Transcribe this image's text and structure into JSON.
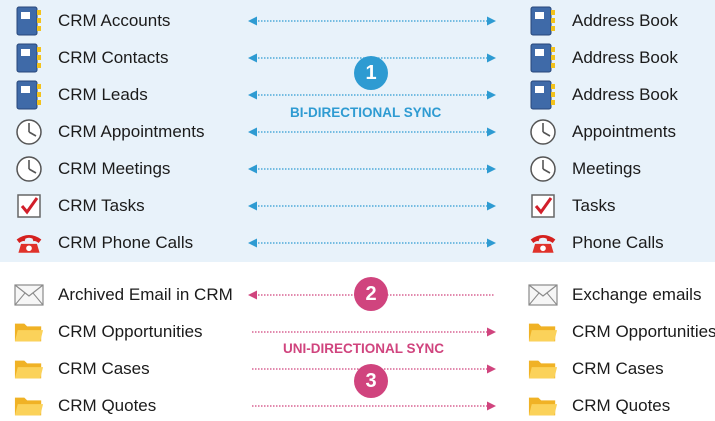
{
  "colors": {
    "top_panel": "#e8f2fa",
    "bidirectional": "#2e9bd2",
    "unidirectional": "#d0447e"
  },
  "sections": {
    "bidirectional": {
      "badge": "1",
      "label": "BI-DIRECTIONAL SYNC",
      "rows": [
        {
          "left": "CRM Accounts",
          "right": "Address Book",
          "left_icon": "address-book-icon",
          "right_icon": "address-book-icon"
        },
        {
          "left": "CRM Contacts",
          "right": "Address Book",
          "left_icon": "address-book-icon",
          "right_icon": "address-book-icon"
        },
        {
          "left": "CRM Leads",
          "right": "Address Book",
          "left_icon": "address-book-icon",
          "right_icon": "address-book-icon"
        },
        {
          "left": "CRM Appointments",
          "right": "Appointments",
          "left_icon": "clock-icon",
          "right_icon": "clock-icon"
        },
        {
          "left": "CRM Meetings",
          "right": "Meetings",
          "left_icon": "clock-icon",
          "right_icon": "clock-icon"
        },
        {
          "left": "CRM Tasks",
          "right": "Tasks",
          "left_icon": "task-checkbox-icon",
          "right_icon": "task-checkbox-icon"
        },
        {
          "left": "CRM Phone Calls",
          "right": "Phone Calls",
          "left_icon": "telephone-icon",
          "right_icon": "telephone-icon"
        }
      ]
    },
    "unidirectional": {
      "badge_left": "2",
      "badge_right": "3",
      "label": "UNI-DIRECTIONAL SYNC",
      "rows": [
        {
          "left": "Archived Email in CRM",
          "right": "Exchange emails",
          "left_icon": "envelope-icon",
          "right_icon": "envelope-icon",
          "direction": "left"
        },
        {
          "left": "CRM Opportunities",
          "right": "CRM Opportunities",
          "left_icon": "folder-icon",
          "right_icon": "folder-icon",
          "direction": "right"
        },
        {
          "left": "CRM Cases",
          "right": "CRM Cases",
          "left_icon": "folder-icon",
          "right_icon": "folder-icon",
          "direction": "right"
        },
        {
          "left": "CRM Quotes",
          "right": "CRM Quotes",
          "left_icon": "folder-icon",
          "right_icon": "folder-icon",
          "direction": "right"
        }
      ]
    }
  }
}
